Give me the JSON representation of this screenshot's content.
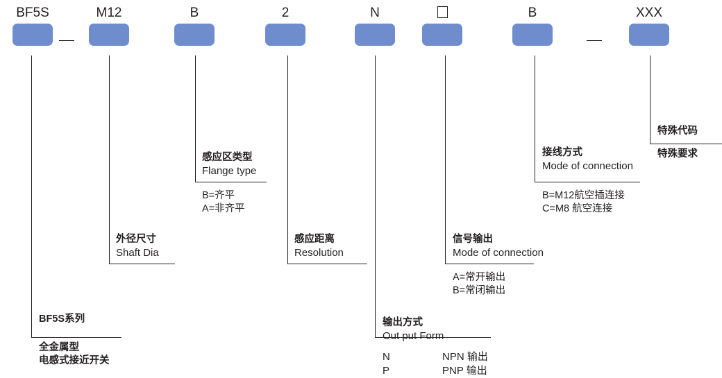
{
  "diagram": {
    "title": "BF5S series part number designation",
    "box_color": "#6f8ccc",
    "line_color": "#231f20"
  },
  "code_row": {
    "boxes": [
      {
        "label": "BF5S",
        "name": "code-box-series"
      },
      {
        "label": "M12",
        "name": "code-box-shaft-dia"
      },
      {
        "label": "B",
        "name": "code-box-flange-type"
      },
      {
        "label": "2",
        "name": "code-box-resolution"
      },
      {
        "label": "N",
        "name": "code-box-output-form"
      },
      {
        "label": "",
        "name": "code-box-signal-output"
      },
      {
        "label": "B",
        "name": "code-box-mode-of-connection"
      },
      {
        "label": "XXX",
        "name": "code-box-special-code"
      }
    ],
    "separator": "—"
  },
  "annotations": {
    "series": {
      "head_cn": "BF5S系列",
      "lines": [
        "全金属型",
        "电感式接近开关"
      ]
    },
    "shaft_dia": {
      "head_cn": "外径尺寸",
      "head_en": "Shaft Dia"
    },
    "flange_type": {
      "head_cn": "感应区类型",
      "head_en": "Flange type",
      "options": [
        "B=齐平",
        "A=非齐平"
      ]
    },
    "resolution": {
      "head_cn": "感应距离",
      "head_en": "Resolution"
    },
    "output_form": {
      "head_cn": "输出方式",
      "head_en": "Out put Form",
      "rows": [
        {
          "code": "N",
          "desc": "NPN 输出"
        },
        {
          "code": "P",
          "desc": "PNP 输出"
        }
      ]
    },
    "signal_output": {
      "head_cn": "信号输出",
      "head_en": "Mode of connection",
      "options": [
        "A=常开输出",
        "B=常闭输出"
      ]
    },
    "mode_of_connection": {
      "head_cn": "接线方式",
      "head_en": "Mode of connection",
      "options": [
        "B=M12航空插连接",
        "C=M8  航空连接"
      ]
    },
    "special_code": {
      "head_cn": "特殊代码",
      "sub_cn": "特殊要求"
    }
  }
}
